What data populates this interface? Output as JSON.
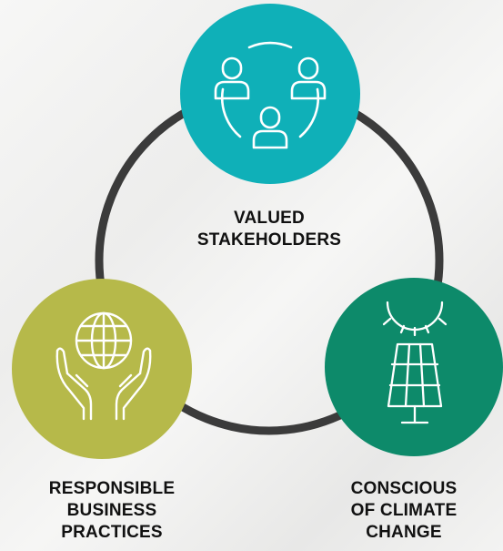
{
  "nodes": [
    {
      "id": "stakeholders",
      "label_lines": [
        "VALUED",
        "STAKEHOLDERS"
      ],
      "color": "#0fb0b8",
      "icon": "people-group-icon"
    },
    {
      "id": "business",
      "label_lines": [
        "RESPONSIBLE",
        "BUSINESS",
        "PRACTICES"
      ],
      "color": "#b6b94a",
      "icon": "globe-in-hands-icon"
    },
    {
      "id": "climate",
      "label_lines": [
        "CONSCIOUS",
        "OF CLIMATE",
        "CHANGE"
      ],
      "color": "#0d8a6a",
      "icon": "solar-panel-icon"
    }
  ],
  "ring_color": "#3b3b3b",
  "background_color": "#f2f2f1"
}
